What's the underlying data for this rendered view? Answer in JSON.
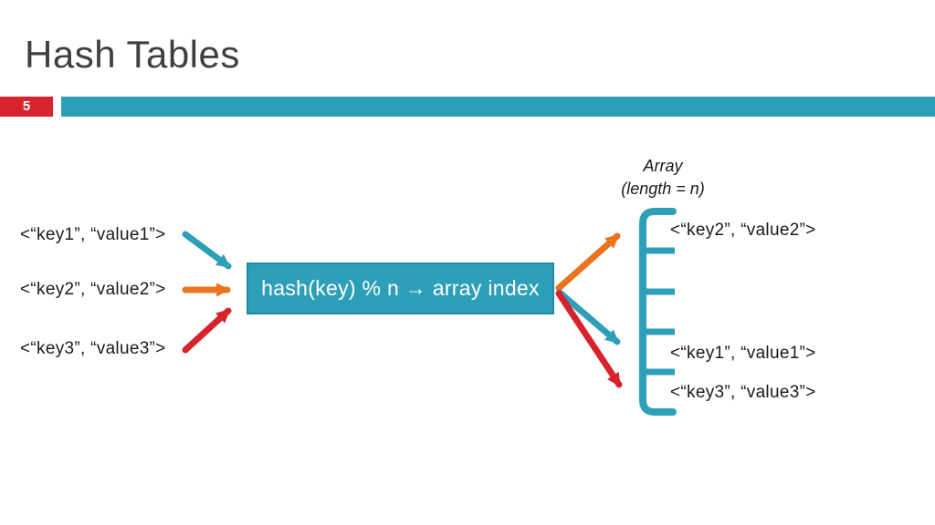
{
  "slide": {
    "title": "Hash Tables",
    "page_number": "5"
  },
  "colors": {
    "teal": "#2e9fb9",
    "teal_dark": "#2389a0",
    "orange": "#e9731f",
    "red": "#d7232c",
    "title_gray": "#3f3f3f",
    "text": "#1a1a1a"
  },
  "diagram": {
    "inputs": [
      {
        "label": "<“key1”, “value1”>"
      },
      {
        "label": "<“key2”, “value2”>"
      },
      {
        "label": "<“key3”, “value3”>"
      }
    ],
    "hash_box_label": "hash(key) % n → array index",
    "array_label": {
      "line1": "Array",
      "line2": "(length = n)"
    },
    "array_slots": [
      {
        "index": 0,
        "label": "<“key2”, “value2”>"
      },
      {
        "index": 1,
        "label": ""
      },
      {
        "index": 2,
        "label": ""
      },
      {
        "index": 3,
        "label": "<“key1”, “value1”>"
      },
      {
        "index": 4,
        "label": "<“key3”, “value3”>"
      }
    ]
  }
}
